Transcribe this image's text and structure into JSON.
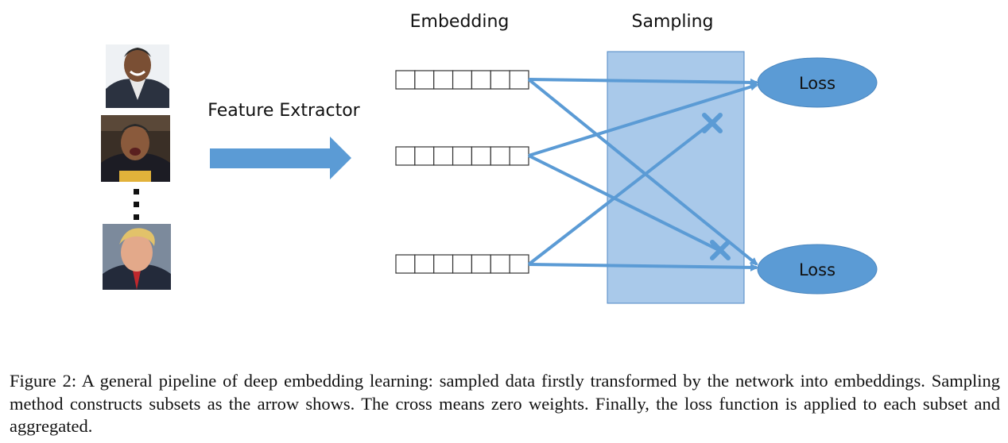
{
  "headings": {
    "embedding": "Embedding",
    "sampling": "Sampling",
    "feature_extractor": "Feature Extractor"
  },
  "loss_nodes": [
    {
      "label": "Loss"
    },
    {
      "label": "Loss"
    }
  ],
  "inputs": {
    "images": [
      "face-photo-1",
      "face-photo-2",
      "face-photo-3"
    ],
    "ellipsis": "vertical-dots"
  },
  "embedding_vector_cells": 7,
  "connections": [
    {
      "from": "embedding-1",
      "to": "loss-1",
      "zero_weight": false
    },
    {
      "from": "embedding-1",
      "to": "loss-2",
      "zero_weight": false
    },
    {
      "from": "embedding-2",
      "to": "loss-1",
      "zero_weight": false
    },
    {
      "from": "embedding-2",
      "to": "loss-2",
      "zero_weight": true
    },
    {
      "from": "embedding-3",
      "to": "loss-1",
      "zero_weight": true
    },
    {
      "from": "embedding-3",
      "to": "loss-2",
      "zero_weight": false
    }
  ],
  "colors": {
    "arrow": "#5b9bd5",
    "sampling_box": "#a9c9ea",
    "loss_fill": "#5b9bd5"
  },
  "caption": {
    "text": "Figure 2: A general pipeline of deep embedding learning: sampled data firstly transformed by the network into embeddings. Sampling method constructs subsets as the arrow shows. The cross means zero weights. Finally, the loss function is applied to each subset and aggregated."
  }
}
